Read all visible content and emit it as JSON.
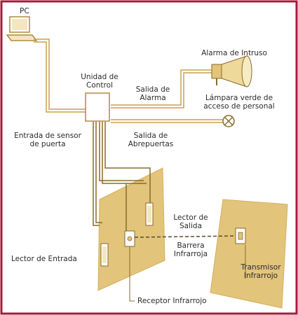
{
  "frame_color": "#a8183a",
  "fill_color": "#e2c47a",
  "line_color": "#c8a04a",
  "labels": {
    "pc": "PC",
    "control_unit": [
      "Unidad de",
      "Control"
    ],
    "alarm": "Alarma de Intruso",
    "alarm_output": [
      "Salida de",
      "Alarma"
    ],
    "green_lamp": [
      "Lámpara verde de",
      "acceso de personal"
    ],
    "door_sensor_input": [
      "Entrada de sensor",
      "de puerta"
    ],
    "door_opener_output": [
      "Salida de",
      "Abrepuertas"
    ],
    "exit_reader": [
      "Lector de",
      "Salida"
    ],
    "ir_barrier": [
      "Barrera",
      "Infrarroja"
    ],
    "entry_reader": "Lector de Entrada",
    "ir_transmitter": [
      "Transmisor",
      "Infrarrojo"
    ],
    "ir_receiver": "Receptor Infrarrojo"
  }
}
